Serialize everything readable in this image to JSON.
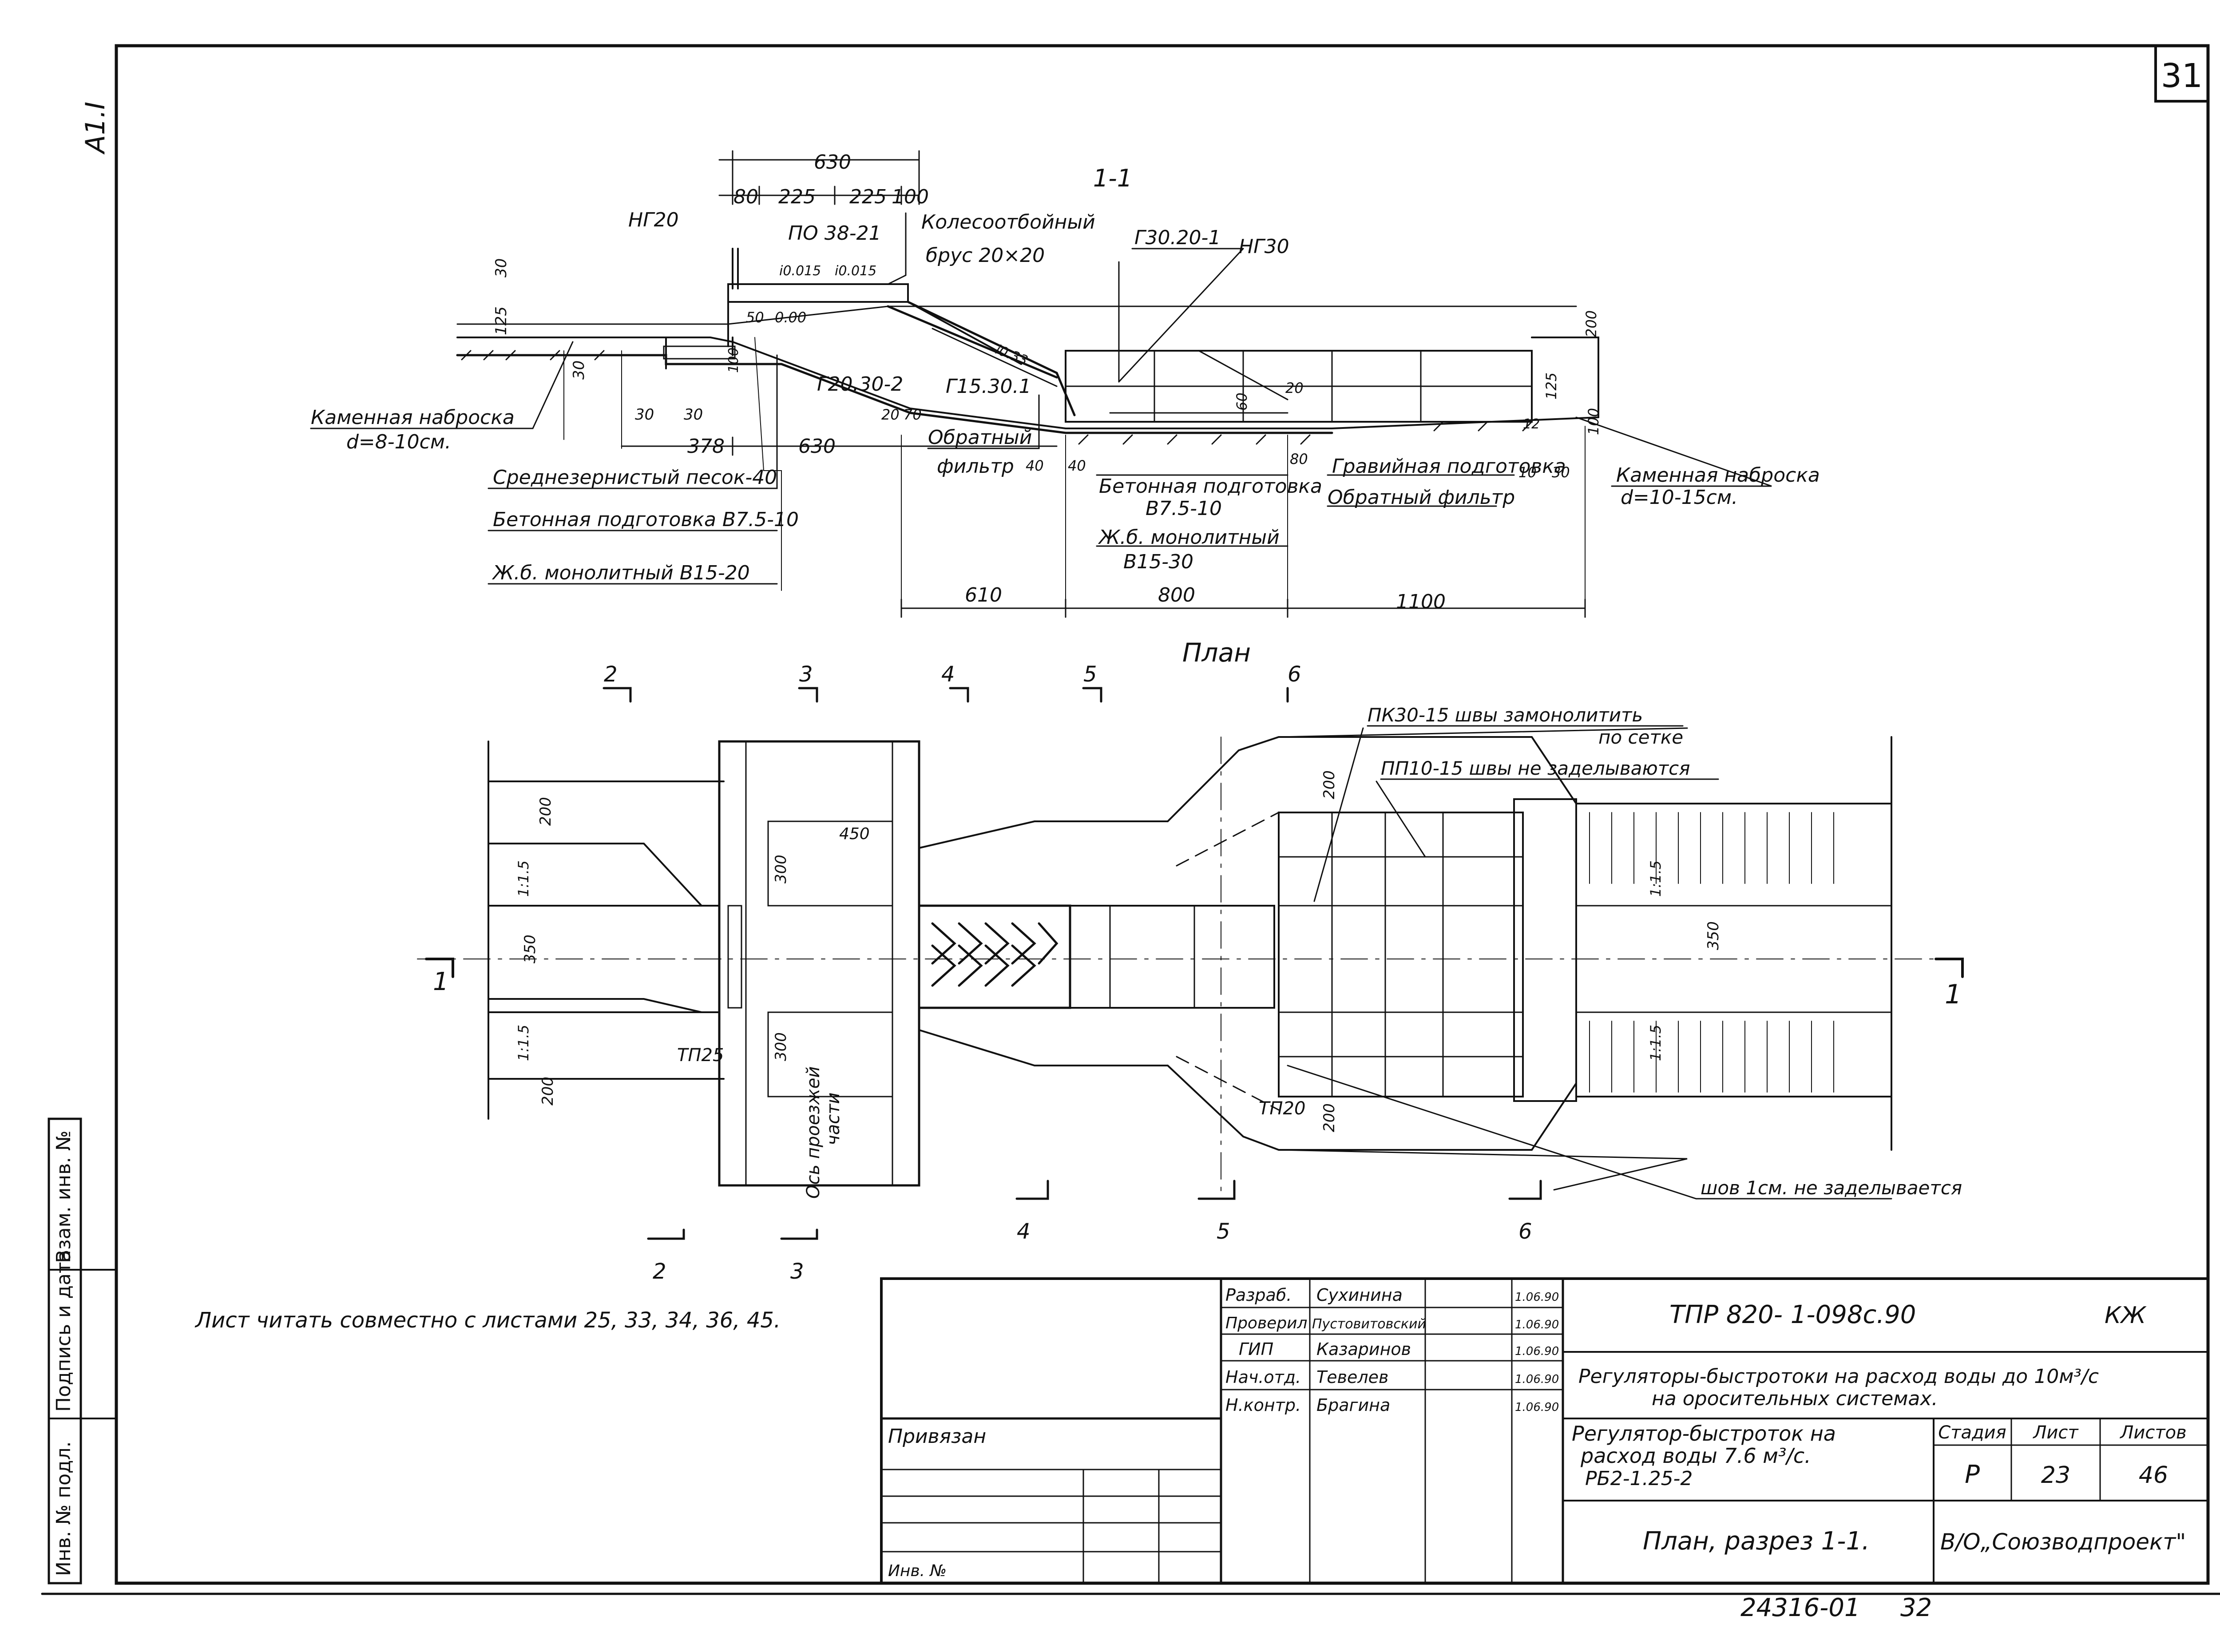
{
  "sheet": {
    "number": "31",
    "corner": "А1.I"
  },
  "section": {
    "title": "1-1",
    "dims_top": [
      "630",
      "80",
      "225",
      "225",
      "100"
    ],
    "dims_bottom": [
      "378",
      "630",
      "610",
      "800",
      "1100"
    ],
    "dims_small": [
      "30",
      "125",
      "30",
      "30",
      "30",
      "100",
      "50",
      "0.00",
      "20",
      "70",
      "40",
      "40",
      "60",
      "20",
      "80",
      "200",
      "125",
      "100",
      "10",
      "30",
      "12"
    ],
    "slopes": [
      "i0.015",
      "i0.015",
      "i0.33"
    ],
    "labels": {
      "ng20": "НГ20",
      "po": "ПО 38-21",
      "kolesootboi": "Колесоотбойный",
      "brus": "брус 20×20",
      "g30": "Г30.20-1",
      "ng30": "НГ30",
      "g20": "Г20.30-2",
      "g15": "Г15.30.1",
      "kam1": "Каменная наброска",
      "kam1d": "d=8-10см.",
      "sand": "Среднезернистый песок-40",
      "beton1": "Бетонная подготовка В7.5-10",
      "zhb1": "Ж.б. монолитный В15-20",
      "filter1a": "Обратный",
      "filter1b": "фильтр",
      "beton2a": "Бетонная подготовка",
      "beton2b": "В7.5-10",
      "zhb2a": "Ж.б. монолитный",
      "zhb2b": "В15-30",
      "grav": "Гравийная подготовка",
      "filter2": "Обратный фильтр",
      "kam2": "Каменная наброска",
      "kam2d": "d=10-15см."
    }
  },
  "plan": {
    "title": "План",
    "cut_marks": [
      "2",
      "3",
      "4",
      "5",
      "6",
      "1",
      "1",
      "2",
      "3",
      "4",
      "5",
      "6"
    ],
    "dims": [
      "200",
      "1:1.5",
      "350",
      "1:1.5",
      "200",
      "450",
      "300",
      "300",
      "200",
      "350",
      "1:1.5",
      "1:1.5",
      "200"
    ],
    "labels": {
      "pk": "ПК30-15 швы замонолитить",
      "pk2": "по сетке",
      "pp": "ПП10-15 швы не заделываются",
      "tp25": "ТП25",
      "tp20": "ТП20",
      "axis1": "Ось проезжей",
      "axis2": "части",
      "seam": "шов 1см. не заделывается"
    }
  },
  "note": "Лист читать совместно с листами 25, 33, 34, 36, 45.",
  "stamp": {
    "left_cells": [
      "Инв. № подл.",
      "Подпись и дата",
      "Взам. инв. №"
    ],
    "signers": [
      {
        "role": "Разраб.",
        "name": "Сухинина",
        "date": "1.06.90"
      },
      {
        "role": "Проверил",
        "name": "Пустовитовский",
        "date": "1.06.90"
      },
      {
        "role": "ГИП",
        "name": "Казаринов",
        "date": "1.06.90"
      },
      {
        "role": "Нач.отд.",
        "name": "Тевелев",
        "date": "1.06.90"
      },
      {
        "role": "Н.контр.",
        "name": "Брагина",
        "date": "1.06.90"
      }
    ],
    "privyazan": "Привязан",
    "inv": "Инв. №",
    "code": "ТПР 820- 1-098с.90",
    "mark": "КЖ",
    "project_line1": "Регуляторы-быстротоки на расход воды до 10м³/с",
    "project_line2": "на оросительных системах.",
    "object_line1": "Регулятор-быстроток на",
    "object_line2": "расход воды 7.6 м³/с.",
    "object_line3": "РБ2-1.25-2",
    "stage_h": "Стадия",
    "sheet_h": "Лист",
    "sheets_h": "Листов",
    "stage": "Р",
    "sheet": "23",
    "sheets": "46",
    "drawing_title": "План, разрез 1-1.",
    "org": "В/О„Союзводпроект\"",
    "archive": "24316-01",
    "archive_sheet": "32"
  }
}
